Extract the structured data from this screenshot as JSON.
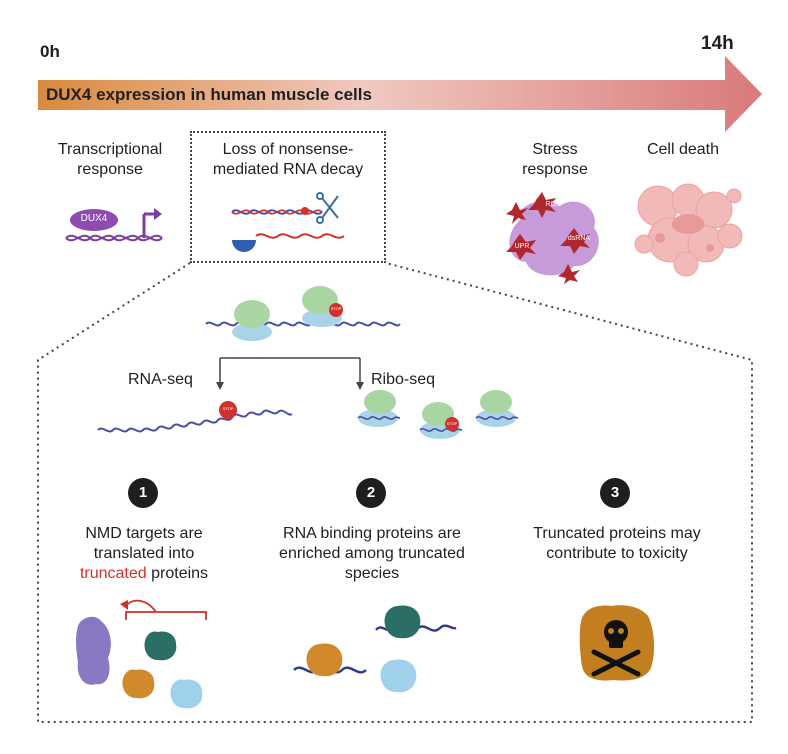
{
  "timeline": {
    "start_label": "0h",
    "end_label": "14h",
    "arrow_label": "DUX4 expression in human muscle cells",
    "arrow_color_start": "#d98a3d",
    "arrow_color_end": "#d9797a"
  },
  "stages": {
    "transcriptional": {
      "line1": "Transcriptional",
      "line2": "response",
      "icon_label": "DUX4"
    },
    "nmd_loss": {
      "line1": "Loss of nonsense-",
      "line2": "mediated RNA decay"
    },
    "stress": {
      "line1": "Stress",
      "line2": "response",
      "badges": [
        "ROS",
        "UPR",
        "dsRNA"
      ]
    },
    "death": {
      "line1": "Cell death"
    }
  },
  "detail": {
    "stop_label": "STOP",
    "rna_seq": "RNA-seq",
    "ribo_seq": "Ribo-seq"
  },
  "findings": [
    {
      "number": "1",
      "line1": "NMD targets are",
      "line2": "translated into",
      "line3_highlight": "truncated",
      "line3_rest": " proteins"
    },
    {
      "number": "2",
      "line1": "RNA binding proteins are",
      "line2": "enriched among truncated",
      "line3": "species"
    },
    {
      "number": "3",
      "line1": "Truncated proteins may",
      "line2": "contribute to toxicity"
    }
  ],
  "colors": {
    "highlight_red": "#d0312d",
    "rna_blue": "#4b4fa8",
    "ribosome_green": "#a8d5a2",
    "ribosome_blue": "#a9d3e6",
    "purple": "#7b3fa0",
    "protein_purple": "#8a78c2",
    "protein_teal": "#2a6e66",
    "protein_orange": "#d18a2a",
    "protein_lightblue": "#9fd0ec",
    "cell_pink": "#f2b9b9",
    "stress_purple": "#c79ad9"
  }
}
